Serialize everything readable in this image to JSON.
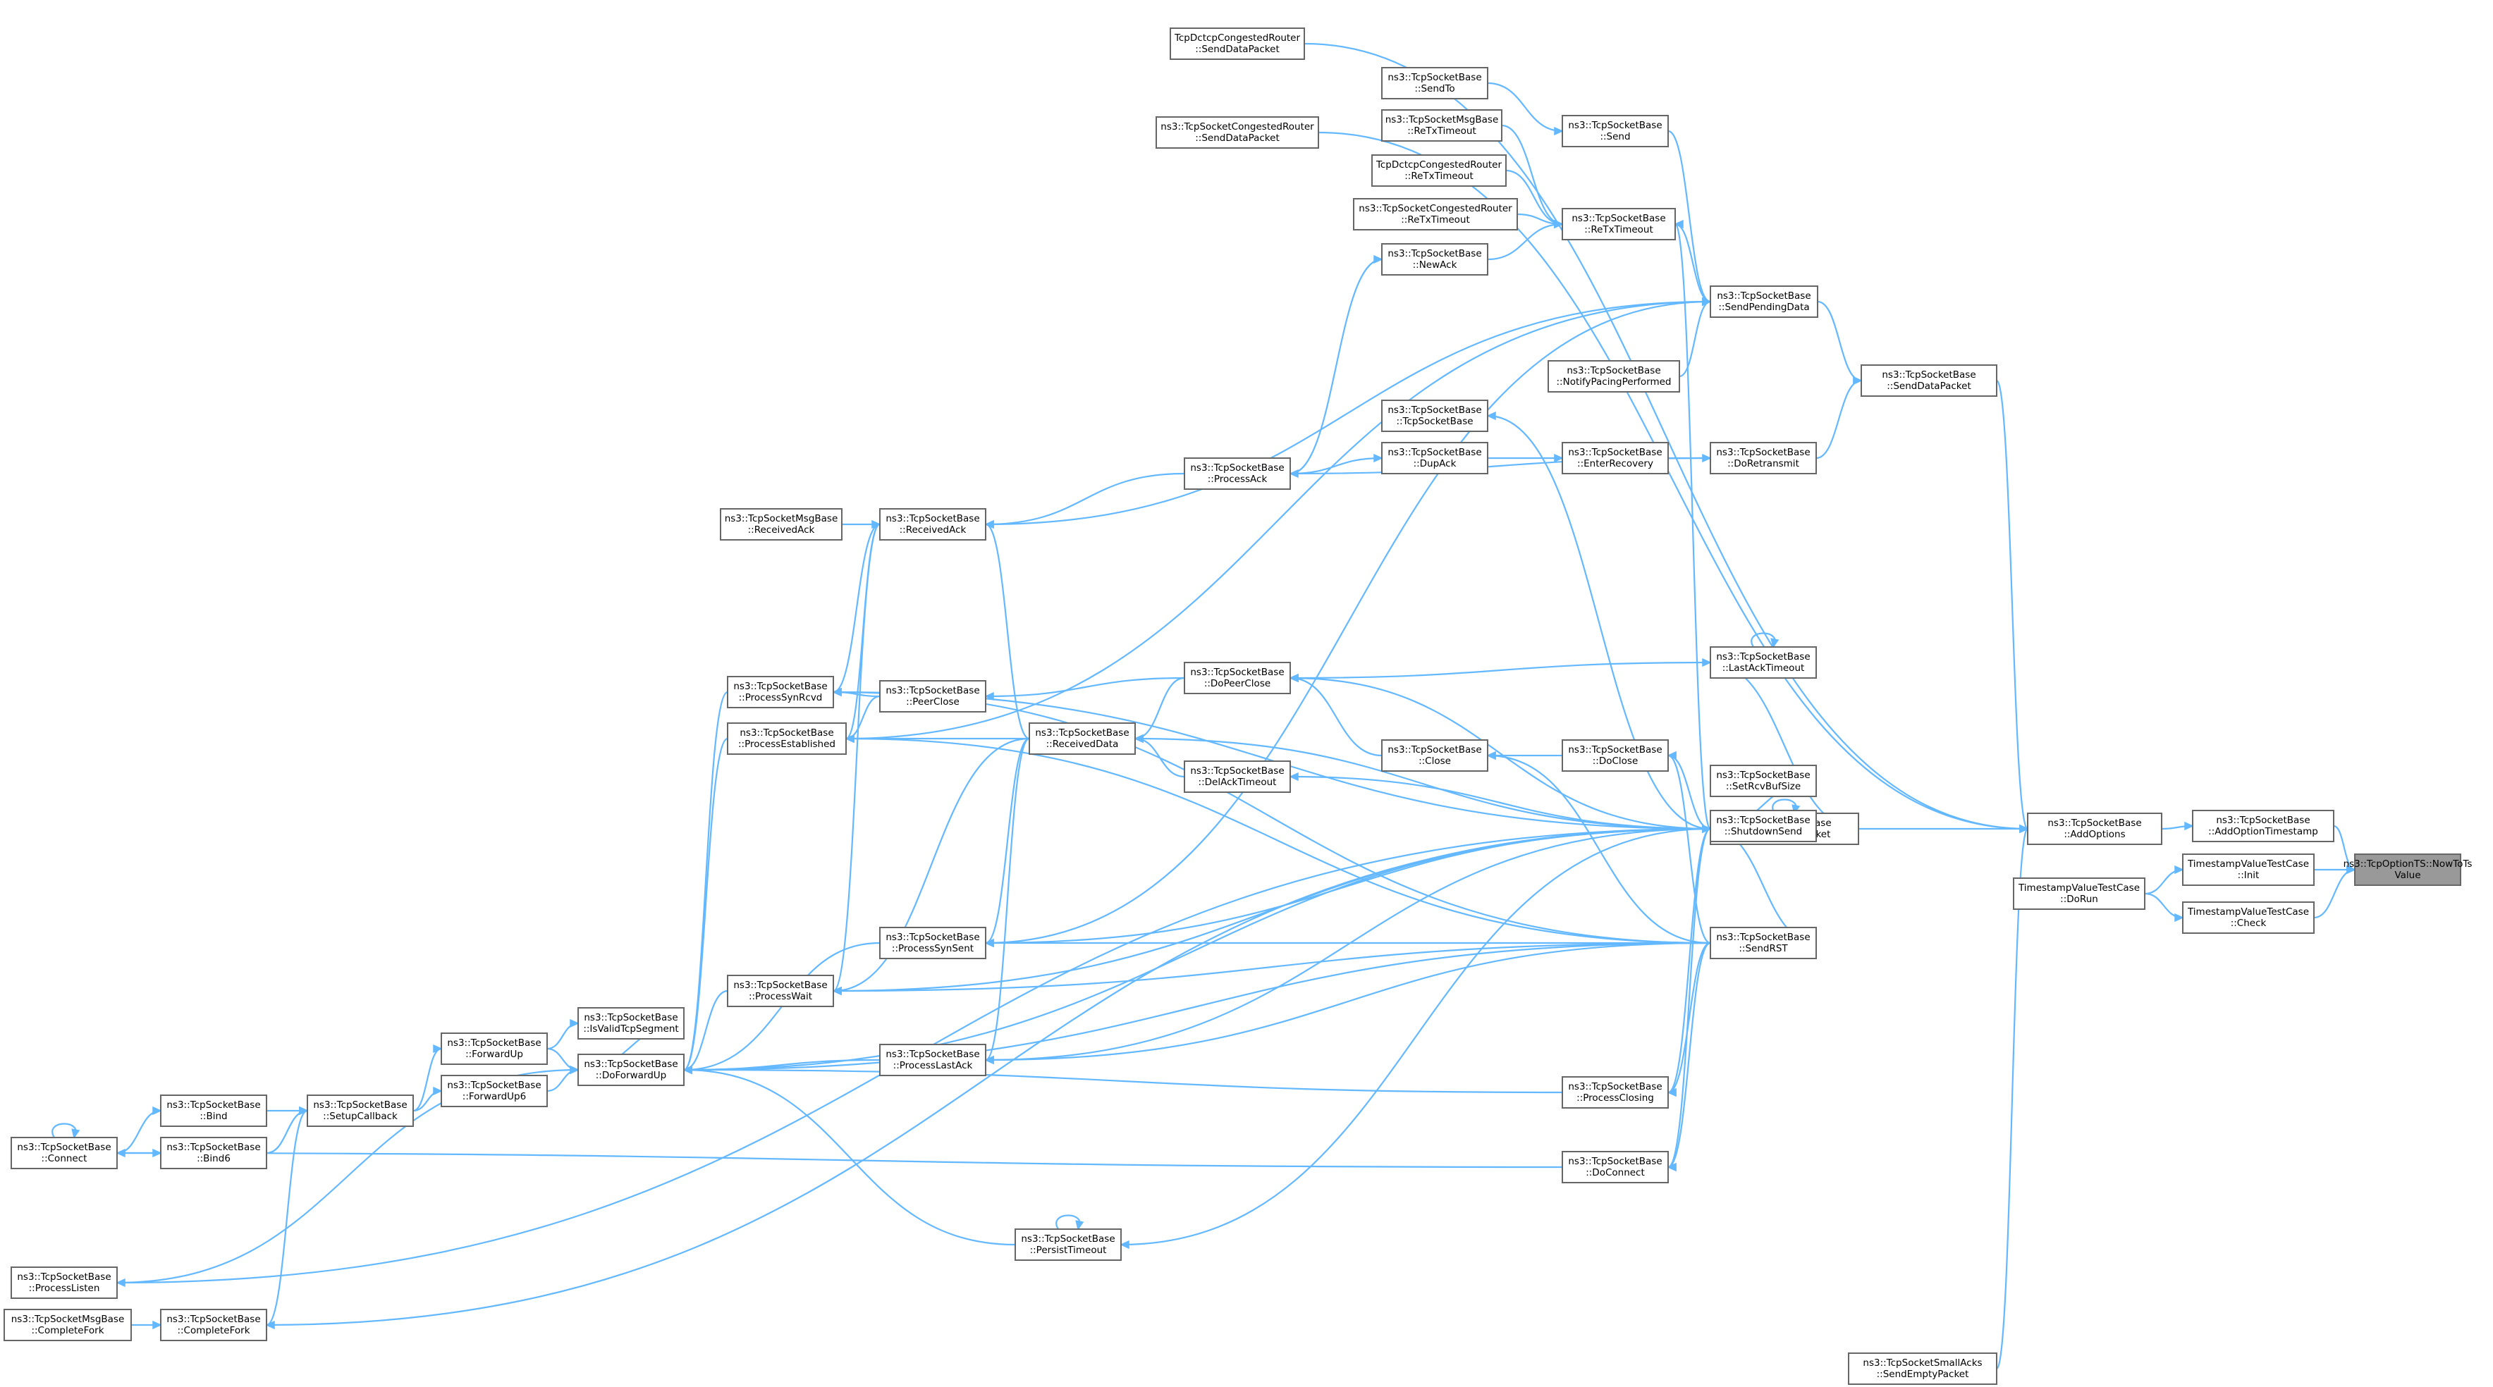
{
  "nodes": [
    {
      "id": "root",
      "lines": [
        "ns3::TcpOptionTS::NowToTs",
        "Value"
      ]
    },
    {
      "id": "addopt_ts",
      "lines": [
        "ns3::TcpSocketBase",
        "::AddOptionTimestamp"
      ]
    },
    {
      "id": "tv_init",
      "lines": [
        "TimestampValueTestCase",
        "::Init"
      ]
    },
    {
      "id": "tv_check",
      "lines": [
        "TimestampValueTestCase",
        "::Check"
      ]
    },
    {
      "id": "tv_dorun",
      "lines": [
        "TimestampValueTestCase",
        "::DoRun"
      ]
    },
    {
      "id": "addoptions",
      "lines": [
        "ns3::TcpSocketBase",
        "::AddOptions"
      ]
    },
    {
      "id": "senddata",
      "lines": [
        "ns3::TcpSocketBase",
        "::SendDataPacket"
      ]
    },
    {
      "id": "sendempty",
      "lines": [
        "ns3::TcpSocketBase",
        "::SendEmptyPacket"
      ]
    },
    {
      "id": "smallacks",
      "lines": [
        "ns3::TcpSocketSmallAcks",
        "::SendEmptyPacket"
      ]
    },
    {
      "id": "dctcp_send",
      "lines": [
        "TcpDctcpCongestedRouter",
        "::SendDataPacket"
      ]
    },
    {
      "id": "cong_send",
      "lines": [
        "ns3::TcpSocketCongestedRouter",
        "::SendDataPacket"
      ]
    },
    {
      "id": "sendto",
      "lines": [
        "ns3::TcpSocketBase",
        "::SendTo"
      ]
    },
    {
      "id": "send",
      "lines": [
        "ns3::TcpSocketBase",
        "::Send"
      ]
    },
    {
      "id": "msg_retx",
      "lines": [
        "ns3::TcpSocketMsgBase",
        "::ReTxTimeout"
      ]
    },
    {
      "id": "dctcp_retx",
      "lines": [
        "TcpDctcpCongestedRouter",
        "::ReTxTimeout"
      ]
    },
    {
      "id": "cong_retx",
      "lines": [
        "ns3::TcpSocketCongestedRouter",
        "::ReTxTimeout"
      ]
    },
    {
      "id": "retx",
      "lines": [
        "ns3::TcpSocketBase",
        "::ReTxTimeout"
      ]
    },
    {
      "id": "newack",
      "lines": [
        "ns3::TcpSocketBase",
        "::NewAck"
      ]
    },
    {
      "id": "sendpending",
      "lines": [
        "ns3::TcpSocketBase",
        "::SendPendingData"
      ]
    },
    {
      "id": "notifypacing",
      "lines": [
        "ns3::TcpSocketBase",
        "::NotifyPacingPerformed"
      ]
    },
    {
      "id": "tcpsb",
      "lines": [
        "ns3::TcpSocketBase",
        "::TcpSocketBase"
      ]
    },
    {
      "id": "dupack",
      "lines": [
        "ns3::TcpSocketBase",
        "::DupAck"
      ]
    },
    {
      "id": "enterrec",
      "lines": [
        "ns3::TcpSocketBase",
        "::EnterRecovery"
      ]
    },
    {
      "id": "doretx",
      "lines": [
        "ns3::TcpSocketBase",
        "::DoRetransmit"
      ]
    },
    {
      "id": "processack",
      "lines": [
        "ns3::TcpSocketBase",
        "::ProcessAck"
      ]
    },
    {
      "id": "msg_recvack",
      "lines": [
        "ns3::TcpSocketMsgBase",
        "::ReceivedAck"
      ]
    },
    {
      "id": "recvack",
      "lines": [
        "ns3::TcpSocketBase",
        "::ReceivedAck"
      ]
    },
    {
      "id": "lastacktimeout",
      "lines": [
        "ns3::TcpSocketBase",
        "::LastAckTimeout"
      ]
    },
    {
      "id": "dopeerclose",
      "lines": [
        "ns3::TcpSocketBase",
        "::DoPeerClose"
      ]
    },
    {
      "id": "peerclose",
      "lines": [
        "ns3::TcpSocketBase",
        "::PeerClose"
      ]
    },
    {
      "id": "processsynrcvd",
      "lines": [
        "ns3::TcpSocketBase",
        "::ProcessSynRcvd"
      ]
    },
    {
      "id": "processest",
      "lines": [
        "ns3::TcpSocketBase",
        "::ProcessEstablished"
      ]
    },
    {
      "id": "recvdata",
      "lines": [
        "ns3::TcpSocketBase",
        "::ReceivedData"
      ]
    },
    {
      "id": "close",
      "lines": [
        "ns3::TcpSocketBase",
        "::Close"
      ]
    },
    {
      "id": "doclose",
      "lines": [
        "ns3::TcpSocketBase",
        "::DoClose"
      ]
    },
    {
      "id": "delack",
      "lines": [
        "ns3::TcpSocketBase",
        "::DelAckTimeout"
      ]
    },
    {
      "id": "setrcvbuf",
      "lines": [
        "ns3::TcpSocketBase",
        "::SetRcvBufSize"
      ]
    },
    {
      "id": "shutdownsend",
      "lines": [
        "ns3::TcpSocketBase",
        "::ShutdownSend"
      ]
    },
    {
      "id": "sendrst",
      "lines": [
        "ns3::TcpSocketBase",
        "::SendRST"
      ]
    },
    {
      "id": "processsynsent",
      "lines": [
        "ns3::TcpSocketBase",
        "::ProcessSynSent"
      ]
    },
    {
      "id": "processwait",
      "lines": [
        "ns3::TcpSocketBase",
        "::ProcessWait"
      ]
    },
    {
      "id": "isvalid",
      "lines": [
        "ns3::TcpSocketBase",
        "::IsValidTcpSegment"
      ]
    },
    {
      "id": "forwardup",
      "lines": [
        "ns3::TcpSocketBase",
        "::ForwardUp"
      ]
    },
    {
      "id": "forwardup6",
      "lines": [
        "ns3::TcpSocketBase",
        "::ForwardUp6"
      ]
    },
    {
      "id": "doforwardup",
      "lines": [
        "ns3::TcpSocketBase",
        "::DoForwardUp"
      ]
    },
    {
      "id": "processlastack",
      "lines": [
        "ns3::TcpSocketBase",
        "::ProcessLastAck"
      ]
    },
    {
      "id": "processclosing",
      "lines": [
        "ns3::TcpSocketBase",
        "::ProcessClosing"
      ]
    },
    {
      "id": "doconnect",
      "lines": [
        "ns3::TcpSocketBase",
        "::DoConnect"
      ]
    },
    {
      "id": "persist",
      "lines": [
        "ns3::TcpSocketBase",
        "::PersistTimeout"
      ]
    },
    {
      "id": "setupcb",
      "lines": [
        "ns3::TcpSocketBase",
        "::SetupCallback"
      ]
    },
    {
      "id": "bind",
      "lines": [
        "ns3::TcpSocketBase",
        "::Bind"
      ]
    },
    {
      "id": "bind6",
      "lines": [
        "ns3::TcpSocketBase",
        "::Bind6"
      ]
    },
    {
      "id": "connect",
      "lines": [
        "ns3::TcpSocketBase",
        "::Connect"
      ]
    },
    {
      "id": "processlisten",
      "lines": [
        "ns3::TcpSocketBase",
        "::ProcessListen"
      ]
    },
    {
      "id": "completefork",
      "lines": [
        "ns3::TcpSocketBase",
        "::CompleteFork"
      ]
    },
    {
      "id": "msg_completefork",
      "lines": [
        "ns3::TcpSocketMsgBase",
        "::CompleteFork"
      ]
    }
  ],
  "edges": [
    [
      "addopt_ts",
      "root"
    ],
    [
      "tv_init",
      "root"
    ],
    [
      "tv_check",
      "root"
    ],
    [
      "addoptions",
      "addopt_ts"
    ],
    [
      "tv_dorun",
      "tv_init"
    ],
    [
      "tv_dorun",
      "tv_check"
    ],
    [
      "senddata",
      "addoptions"
    ],
    [
      "sendempty",
      "addoptions"
    ],
    [
      "smallacks",
      "addoptions"
    ],
    [
      "dctcp_send",
      "addoptions"
    ],
    [
      "cong_send",
      "addoptions"
    ],
    [
      "sendpending",
      "senddata"
    ],
    [
      "doretx",
      "senddata"
    ],
    [
      "send",
      "sendpending"
    ],
    [
      "retx",
      "sendpending"
    ],
    [
      "notifypacing",
      "sendpending"
    ],
    [
      "processest",
      "sendpending"
    ],
    [
      "processsynsent",
      "sendpending"
    ],
    [
      "recvack",
      "sendpending"
    ],
    [
      "sendto",
      "send"
    ],
    [
      "msg_retx",
      "retx"
    ],
    [
      "dctcp_retx",
      "retx"
    ],
    [
      "cong_retx",
      "retx"
    ],
    [
      "newack",
      "retx"
    ],
    [
      "sendempty",
      "retx"
    ],
    [
      "processack",
      "newack"
    ],
    [
      "dupack",
      "enterrec"
    ],
    [
      "enterrec",
      "doretx"
    ],
    [
      "processack",
      "dupack"
    ],
    [
      "doretx",
      "processack"
    ],
    [
      "processack",
      "recvack"
    ],
    [
      "msg_recvack",
      "recvack"
    ],
    [
      "recvack",
      "processsynrcvd"
    ],
    [
      "recvack",
      "processest"
    ],
    [
      "recvack",
      "processwait"
    ],
    [
      "recvdata",
      "recvack"
    ],
    [
      "recvdata",
      "processest"
    ],
    [
      "recvdata",
      "processwait"
    ],
    [
      "recvdata",
      "processsynsent"
    ],
    [
      "recvdata",
      "processlastack"
    ],
    [
      "peerclose",
      "processsynrcvd"
    ],
    [
      "peerclose",
      "processest"
    ],
    [
      "dopeerclose",
      "peerclose"
    ],
    [
      "dopeerclose",
      "recvdata"
    ],
    [
      "lastacktimeout",
      "dopeerclose"
    ],
    [
      "lastacktimeout",
      "lastacktimeout"
    ],
    [
      "close",
      "dopeerclose"
    ],
    [
      "doclose",
      "close"
    ],
    [
      "delack",
      "recvdata"
    ],
    [
      "sendempty",
      "lastacktimeout"
    ],
    [
      "sendempty",
      "dopeerclose"
    ],
    [
      "sendempty",
      "doclose"
    ],
    [
      "sendempty",
      "delack"
    ],
    [
      "setrcvbuf",
      "sendempty"
    ],
    [
      "shutdownsend",
      "sendempty"
    ],
    [
      "sendempty",
      "sendempty"
    ],
    [
      "sendrst",
      "sendempty"
    ],
    [
      "sendrst",
      "close"
    ],
    [
      "sendrst",
      "doclose"
    ],
    [
      "sendrst",
      "processsynsent"
    ],
    [
      "sendrst",
      "processwait"
    ],
    [
      "sendrst",
      "processest"
    ],
    [
      "sendrst",
      "processsynrcvd"
    ],
    [
      "sendrst",
      "processlastack"
    ],
    [
      "sendrst",
      "processclosing"
    ],
    [
      "sendrst",
      "doconnect"
    ],
    [
      "sendrst",
      "doforwardup"
    ],
    [
      "processsynrcvd",
      "doforwardup"
    ],
    [
      "processest",
      "doforwardup"
    ],
    [
      "processwait",
      "doforwardup"
    ],
    [
      "processsynsent",
      "doforwardup"
    ],
    [
      "processlastack",
      "doforwardup"
    ],
    [
      "processclosing",
      "doforwardup"
    ],
    [
      "processlisten",
      "doforwardup"
    ],
    [
      "isvalid",
      "doforwardup"
    ],
    [
      "forwardup",
      "isvalid"
    ],
    [
      "forwardup",
      "doforwardup"
    ],
    [
      "forwardup6",
      "doforwardup"
    ],
    [
      "setupcb",
      "forwardup"
    ],
    [
      "setupcb",
      "forwardup6"
    ],
    [
      "bind",
      "setupcb"
    ],
    [
      "bind6",
      "setupcb"
    ],
    [
      "completefork",
      "setupcb"
    ],
    [
      "connect",
      "bind"
    ],
    [
      "connect",
      "bind6"
    ],
    [
      "connect",
      "connect"
    ],
    [
      "msg_completefork",
      "completefork"
    ],
    [
      "doconnect",
      "connect"
    ],
    [
      "persist",
      "doforwardup"
    ],
    [
      "persist",
      "persist"
    ],
    [
      "sendempty",
      "tcpsb"
    ],
    [
      "sendempty",
      "processlisten"
    ],
    [
      "sendempty",
      "completefork"
    ],
    [
      "sendempty",
      "doconnect"
    ],
    [
      "sendempty",
      "persist"
    ],
    [
      "sendempty",
      "recvdata"
    ],
    [
      "sendempty",
      "processsynsent"
    ],
    [
      "sendempty",
      "processwait"
    ],
    [
      "sendempty",
      "processsynrcvd"
    ],
    [
      "sendempty",
      "processclosing"
    ],
    [
      "sendempty",
      "processlastack"
    ],
    [
      "sendempty",
      "doforwardup"
    ]
  ]
}
